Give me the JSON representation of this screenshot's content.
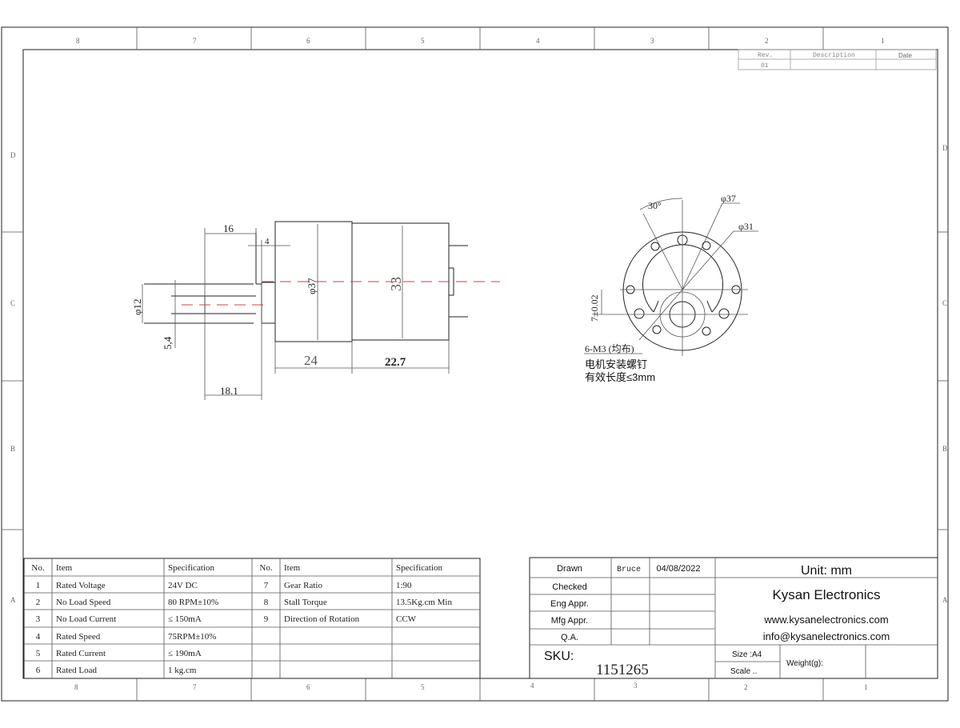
{
  "frame": {
    "zones_columns": [
      "8",
      "7",
      "6",
      "5",
      "4",
      "3",
      "2",
      "1"
    ],
    "zones_rows": [
      "D",
      "C",
      "B",
      "A"
    ]
  },
  "revision_table": {
    "headers": [
      "Rev.",
      "Description",
      "Date"
    ],
    "rows": [
      [
        "01",
        "",
        ""
      ]
    ]
  },
  "side_view_dims": {
    "d16": "16",
    "d4": "4",
    "d_phi12": "φ12",
    "d_54": "5,4",
    "d_phi37": "φ37",
    "d33": "33",
    "d24": "24",
    "d227": "22.7",
    "d181": "18.1"
  },
  "front_view_dims": {
    "angle": "30°",
    "phi37": "φ37",
    "phi31": "φ31",
    "offset": "7±0.02",
    "screw_note_1": "6-M3 (均布)",
    "screw_note_2": "电机安装螺钉",
    "screw_note_3": "有效长度≤3mm"
  },
  "spec_table": {
    "headers": [
      "No.",
      "Item",
      "Specification",
      "No.",
      "Item",
      "Specification"
    ],
    "rows": [
      [
        "1",
        "Rated Voltage",
        "24V DC",
        "7",
        "Gear Ratio",
        "1:90"
      ],
      [
        "2",
        "No Load Speed",
        "80 RPM±10%",
        "8",
        "Stall Torque",
        "13.5Kg.cm Min"
      ],
      [
        "3",
        "No Load Current",
        "≤ 150mA",
        "9",
        "Direction of Rotation",
        "CCW"
      ],
      [
        "4",
        "Rated Speed",
        "75RPM±10%",
        "",
        "",
        ""
      ],
      [
        "5",
        "Rated Current",
        "≤ 190mA",
        "",
        "",
        ""
      ],
      [
        "6",
        "Rated Load",
        "1 kg.cm",
        "",
        "",
        ""
      ]
    ]
  },
  "title_block": {
    "drawn_label": "Drawn",
    "drawn_by": "Bruce",
    "drawn_date": "04/08/2022",
    "checked_label": "Checked",
    "eng_label": "Eng Appr.",
    "mfg_label": "Mfg Appr.",
    "qa_label": "Q.A.",
    "unit": "Unit: mm",
    "company": "Kysan Electronics",
    "website": "www.kysanelectronics.com",
    "email": "info@kysanelectronics.com",
    "sku_label": "SKU:",
    "sku": "1151265",
    "size": "Size :A4",
    "scale": "Scale  ..",
    "weight_label": "Weight(g):"
  }
}
